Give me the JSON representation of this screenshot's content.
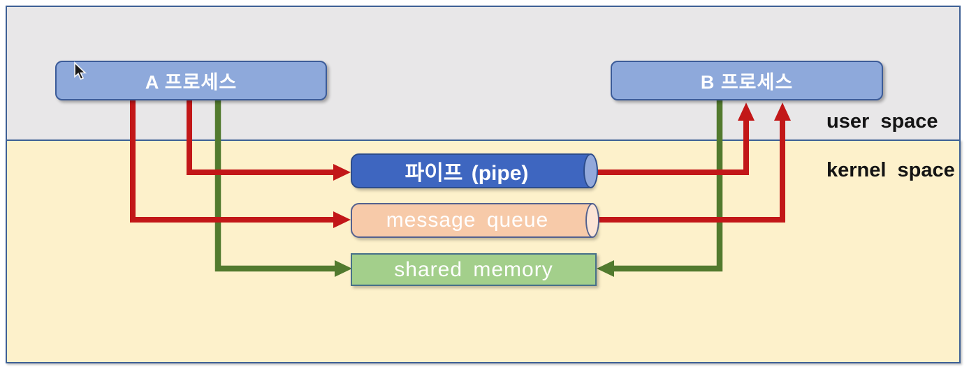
{
  "regions": {
    "user_space": {
      "label": "user space"
    },
    "kernel_space": {
      "label": "kernel space"
    }
  },
  "processes": {
    "a": {
      "label": "A 프로세스"
    },
    "b": {
      "label": "B 프로세스"
    }
  },
  "ipc_mechanisms": {
    "pipe": {
      "label": "파이프 (pipe)"
    },
    "message_queue": {
      "label": "message queue"
    },
    "shared_memory": {
      "label": "shared memory"
    }
  },
  "connections": [
    {
      "from": "A 프로세스",
      "to": "파이프 (pipe)",
      "color": "red"
    },
    {
      "from": "A 프로세스",
      "to": "message queue",
      "color": "red"
    },
    {
      "from": "A 프로세스",
      "to": "shared memory",
      "color": "green"
    },
    {
      "from": "파이프 (pipe)",
      "to": "B 프로세스",
      "color": "red"
    },
    {
      "from": "message queue",
      "to": "B 프로세스",
      "color": "red"
    },
    {
      "from": "B 프로세스",
      "to": "shared memory",
      "color": "green"
    }
  ],
  "colors": {
    "red_arrow": "#c21718",
    "green_arrow": "#527a2e",
    "process_fill": "#8ea9db",
    "process_border": "#3c5c99",
    "pipe_fill": "#3e66c0",
    "pipe_cap_fill": "#93a9db",
    "pipe_border": "#2c4c8c",
    "queue_fill": "#f7caa9",
    "queue_cap_fill": "#fce5d6",
    "queue_border": "#53618f",
    "shared_fill": "#a3cf8b",
    "shared_border": "#477089",
    "user_space_bg": "#e8e7e8",
    "kernel_space_bg": "#fdf1cb",
    "panel_border": "#3e6095"
  }
}
